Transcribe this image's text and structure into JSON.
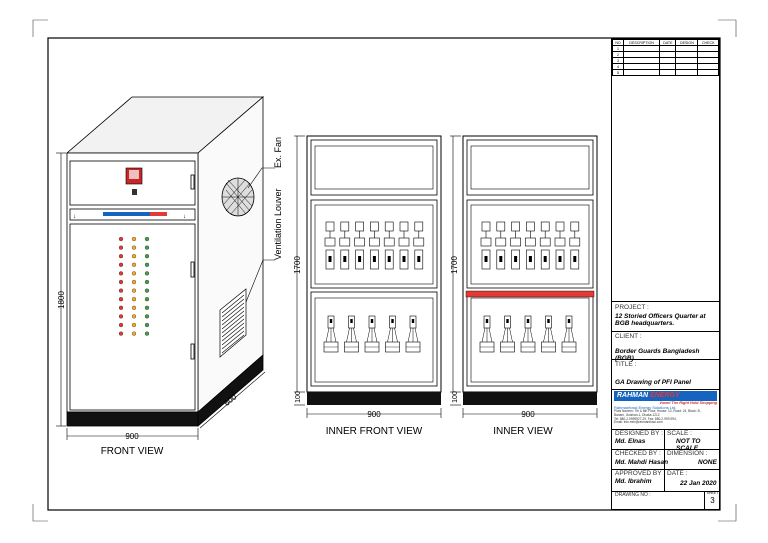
{
  "views": {
    "front": {
      "label": "FRONT VIEW",
      "height_dim": "1800",
      "width_dim": "900",
      "depth_dim": "600"
    },
    "inner_front": {
      "label": "INNER FRONT VIEW",
      "height_dim": "1700",
      "base_dim": "100",
      "width_dim": "900"
    },
    "inner": {
      "label": "INNER VIEW",
      "height_dim": "1700",
      "base_dim": "100",
      "width_dim": "900"
    }
  },
  "callouts": {
    "fan": "Ex. Fan",
    "louver": "Ventilation Louver"
  },
  "title_block": {
    "revision": {
      "headers": [
        "NO",
        "DESCRIPTION",
        "DATE",
        "DESIGN",
        "CHECK"
      ]
    },
    "project_caption": "PROJECT :",
    "project": "12 Storied Officers Quarter at BGB headquarters.",
    "client_caption": "CLIENT :",
    "client": "Border Guards Bangladesh (BGB)",
    "title_caption": "TITLE :",
    "title": "GA Drawing of PFI Panel",
    "company": {
      "logo_a": "RAHMAN",
      "logo_b": "ENERGY",
      "tagline": "Vowel The Right Hold Shopping",
      "name": "Rahmanfossi Energy Solutions Ltd.",
      "address_1": "Plots Naviem: 7th & 8th Floor, House: 10, Road: 24, Block: B,",
      "address_2": "Banani, Gulshan-1, Dhaka-1212",
      "address_3": "Tel: 880-2-9999927-29, Fax: 880-2-999-994,",
      "address_4": "Email: info.mrb@rahmanfossi.com"
    },
    "designed_caption": "DESIGNED BY :",
    "designed_by": "Md. Elnas",
    "scale_caption": "SCALE :",
    "scale": "NOT TO SCALE",
    "checked_caption": "CHECKED BY :",
    "checked_by": "Md. Mahdi Hasan",
    "dimension_caption": "DIMENSION :",
    "dimension": "NONE",
    "approved_caption": "APPROVED BY :",
    "approved_by": "Md. Ibrahim",
    "date_caption": "DATE :",
    "date": "22 Jan 2020",
    "drawing_no_caption": "DRAWING NO :",
    "sheet_caption": "SHEET",
    "sheet_no": "3"
  }
}
